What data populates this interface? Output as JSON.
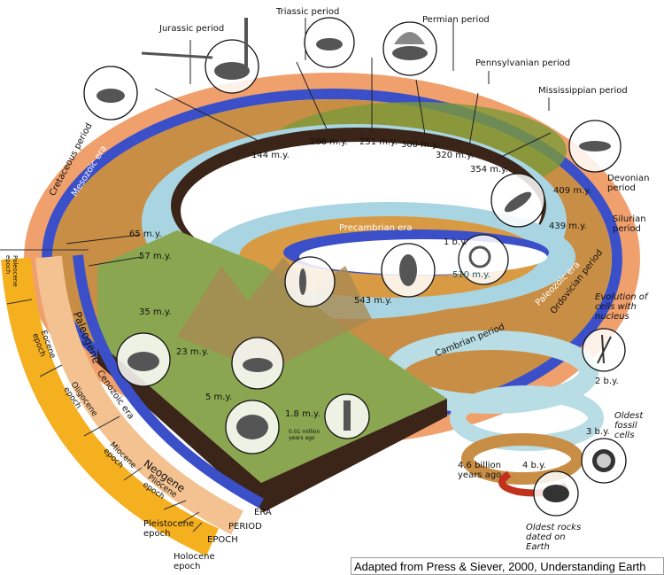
{
  "periods": {
    "cretaceous": "Cretaceous period",
    "jurassic": "Jurassic period",
    "triassic": "Triassic period",
    "permian": "Permian period",
    "pennsylvanian": "Pennsylvanian period",
    "mississippian": "Mississippian period",
    "devonian": "Devonian period",
    "silurian": "Silurian period",
    "ordovician": "Ordovician period",
    "cambrian": "Cambrian period",
    "paleogene": "Paleogene",
    "neogene": "Neogene"
  },
  "eras": {
    "mesozoic": "Mesozoic era",
    "paleozoic": "Paleozoic era",
    "cenozoic": "Cenozoic era",
    "precambrian": "Precambrian era"
  },
  "epochs": {
    "paleocene": "Paleocene epoch",
    "eocene": "Eocene epoch",
    "oligocene": "Oligocene epoch",
    "miocene": "Miocene epoch",
    "pliocene": "Pliocene epoch",
    "pleistocene": "Pleistocene epoch",
    "holocene": "Holocene epoch"
  },
  "ages": {
    "a144": "144 m.y.",
    "a206": "206 m.y.",
    "a251": "251 m.y.",
    "a300": "300 m.y.",
    "a320": "320 m.y.",
    "a354": "354 m.y.",
    "a409": "409 m.y.",
    "a439": "439 m.y.",
    "a65": "65 m.y.",
    "a57": "57 m.y.",
    "a35": "35 m.y.",
    "a23": "23 m.y.",
    "a5": "5 m.y.",
    "a1_8": "1.8 m.y.",
    "a0_01": "0.01 million years ago",
    "a543": "543 m.y.",
    "a510": "510 m.y.",
    "b1": "1 b.y.",
    "b2": "2 b.y.",
    "b3": "3 b.y.",
    "b4": "4 b.y.",
    "b4_6": "4.6 billion years ago"
  },
  "legend": {
    "era": "ERA",
    "period": "PERIOD",
    "epoch": "EPOCH"
  },
  "annotations": {
    "nucleus": "Evolution of cells with nucleus",
    "fossil_cells": "Oldest fossil cells",
    "oldest_rocks": "Oldest rocks dated on Earth"
  },
  "credit": "Adapted from Press & Siever, 2000, Understanding Earth",
  "colors": {
    "period_band": "#f0a06c",
    "era_band": "#3a4fc8",
    "epoch_band": "#f5b020",
    "water": "#a9d5e2",
    "land": "#c98e45",
    "vegetation": "#7c9a38",
    "rock_side": "#3b2418"
  }
}
